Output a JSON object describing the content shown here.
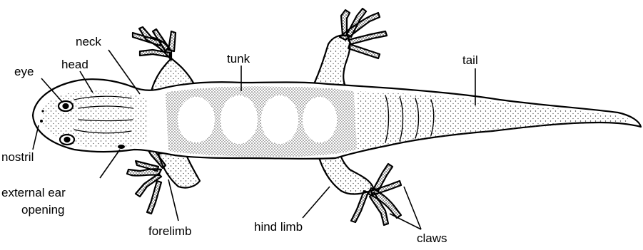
{
  "labels": {
    "eye": "eye",
    "head": "head",
    "neck": "neck",
    "trunk": "tunk",
    "tail": "tail",
    "nostril": "nostril",
    "ear_line1": "external ear",
    "ear_line2": "opening",
    "forelimb": "forelimb",
    "hind_limb": "hind limb",
    "claws": "claws"
  },
  "colors": {
    "ink": "#000000",
    "body": "#ffffff",
    "stipple": "#1a1a1a"
  }
}
